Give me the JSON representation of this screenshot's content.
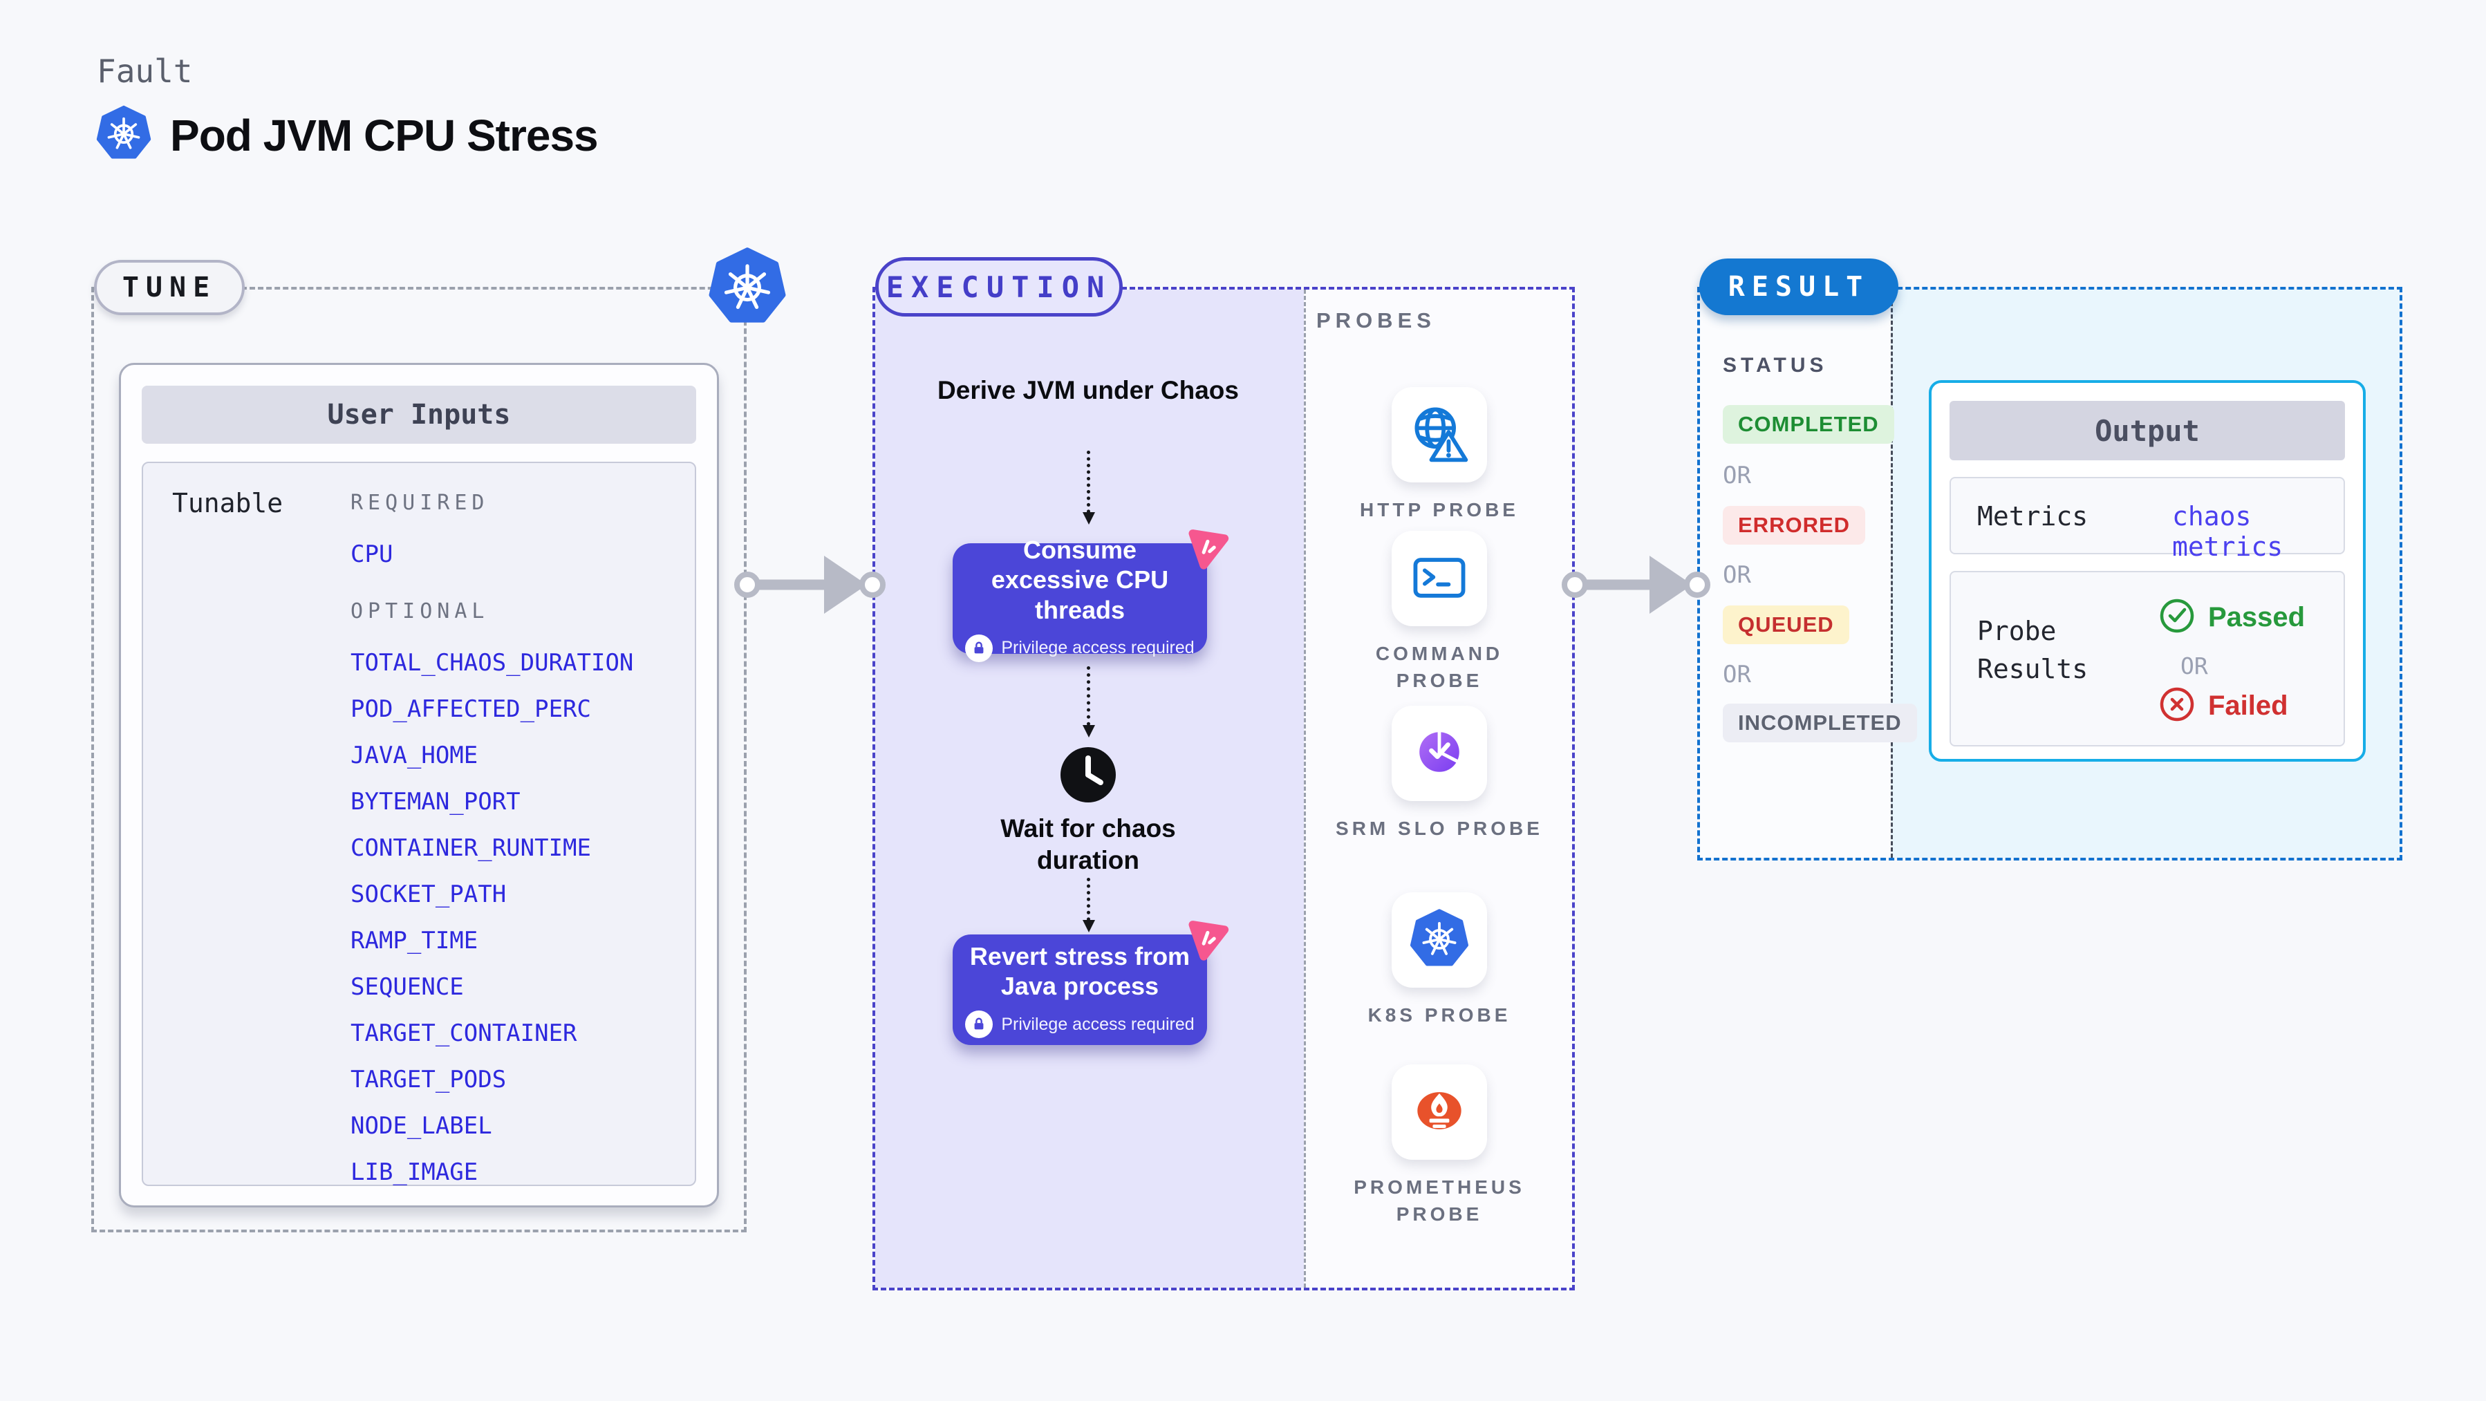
{
  "header": {
    "eyebrow": "Fault",
    "title": "Pod JVM CPU Stress"
  },
  "tune": {
    "badge": "TUNE",
    "panel_title": "User Inputs",
    "row_label": "Tunable",
    "required_label": "REQUIRED",
    "required_params": [
      "CPU"
    ],
    "optional_label": "OPTIONAL",
    "optional_params": [
      "TOTAL_CHAOS_DURATION",
      "POD_AFFECTED_PERC",
      "JAVA_HOME",
      "BYTEMAN_PORT",
      "CONTAINER_RUNTIME",
      "SOCKET_PATH",
      "RAMP_TIME",
      "SEQUENCE",
      "TARGET_CONTAINER",
      "TARGET_PODS",
      "NODE_LABEL",
      "LIB_IMAGE"
    ]
  },
  "execution": {
    "badge": "EXECUTION",
    "step_derive": "Derive JVM under Chaos",
    "step_consume": "Consume excessive CPU threads",
    "step_wait": "Wait for chaos duration",
    "step_revert": "Revert stress from Java process",
    "privilege_note": "Privilege access required",
    "probes_label": "PROBES",
    "probes": [
      {
        "name": "HTTP PROBE",
        "icon": "http-probe-icon"
      },
      {
        "name": "COMMAND PROBE",
        "icon": "command-probe-icon"
      },
      {
        "name": "SRM SLO PROBE",
        "icon": "srm-slo-probe-icon"
      },
      {
        "name": "K8S PROBE",
        "icon": "k8s-probe-icon"
      },
      {
        "name": "PROMETHEUS PROBE",
        "icon": "prometheus-probe-icon"
      }
    ]
  },
  "result": {
    "badge": "RESULT",
    "status_label": "STATUS",
    "or": "OR",
    "statuses": [
      {
        "label": "COMPLETED",
        "type": "success"
      },
      {
        "label": "ERRORED",
        "type": "error"
      },
      {
        "label": "QUEUED",
        "type": "warning"
      },
      {
        "label": "INCOMPLETED",
        "type": "neutral"
      }
    ],
    "output": {
      "title": "Output",
      "metrics_label": "Metrics",
      "metrics_value": "chaos metrics",
      "probe_results_label": "Probe Results",
      "passed": "Passed",
      "or": "OR",
      "failed": "Failed"
    }
  },
  "colors": {
    "accent_indigo": "#4b46d8",
    "accent_blue": "#1478d1",
    "accent_cyan": "#17ade7",
    "kubernetes_blue": "#326ce5",
    "litmus_pink": "#f6578f",
    "param_blue": "#2d28de",
    "status_completed": "#1d8d33",
    "status_errored": "#d02c2c",
    "status_queued": "#c52f2f",
    "status_incompleted": "#5d6270",
    "passed_green": "#27993c",
    "failed_red": "#d03131"
  }
}
